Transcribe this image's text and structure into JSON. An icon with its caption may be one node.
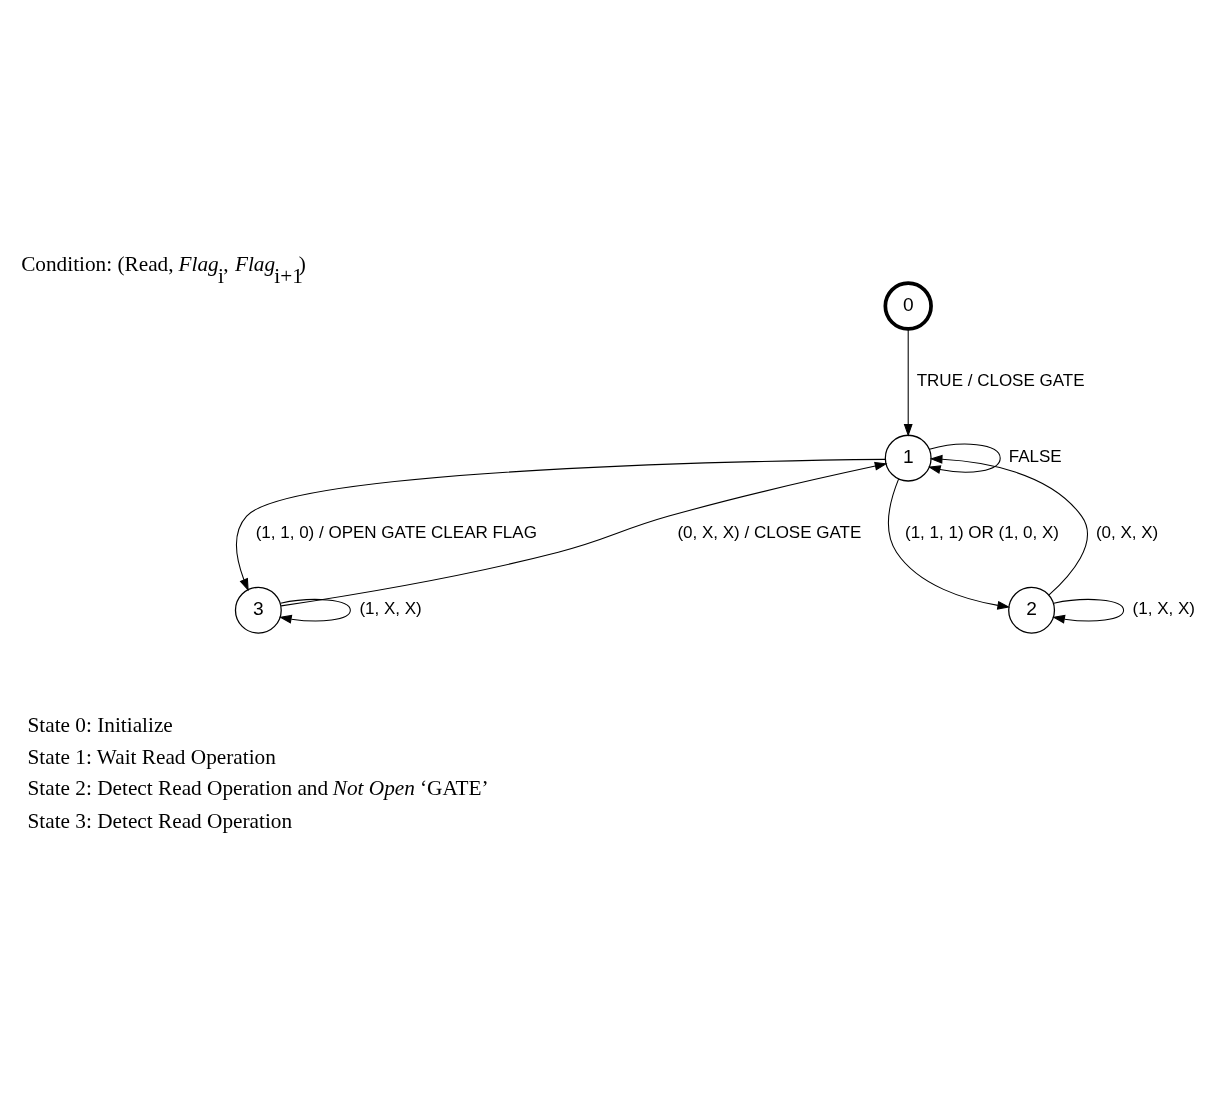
{
  "diagram": {
    "title": "Condition: (Read, *Flag*$_{i}$, *Flag*$_{i+1}$)",
    "nodes": [
      {
        "text": [
          "0"
        ]
      },
      {
        "text": [
          "1"
        ]
      },
      {
        "text": [
          "3"
        ]
      },
      {
        "text": [
          "2"
        ]
      }
    ],
    "edges": [
      {
        "from": 0,
        "to": 1,
        "arrow": "to",
        "label": "TRUE / CLOSE GATE"
      },
      {
        "from": 1,
        "to": 1,
        "arrow": "to",
        "label": "FALSE"
      },
      {
        "from": 1,
        "to": 2,
        "arrow": "to",
        "label": "(1, 1, 0) / OPEN GATE CLEAR FLAG"
      },
      {
        "from": 2,
        "to": 1,
        "arrow": "to",
        "label": "(0, X, X) / CLOSE GATE"
      },
      {
        "from": 2,
        "to": 2,
        "arrow": "to",
        "label": "(1, X, X)"
      },
      {
        "from": 1,
        "to": 3,
        "arrow": "to",
        "label": "(1, 1, 1) OR (1, 0, X)"
      },
      {
        "from": 3,
        "to": 1,
        "arrow": "to",
        "label": "(0, X, X)"
      },
      {
        "from": 3,
        "to": 3,
        "arrow": "to",
        "label": "(1, X, X)"
      }
    ],
    "labels": [
      "State 0: Initialize",
      "State 1: Wait Read Operation",
      "State 2: Detect Read Operation and *Not Open* ‘GATE’",
      "State 3: Detect Read Operation"
    ]
  }
}
